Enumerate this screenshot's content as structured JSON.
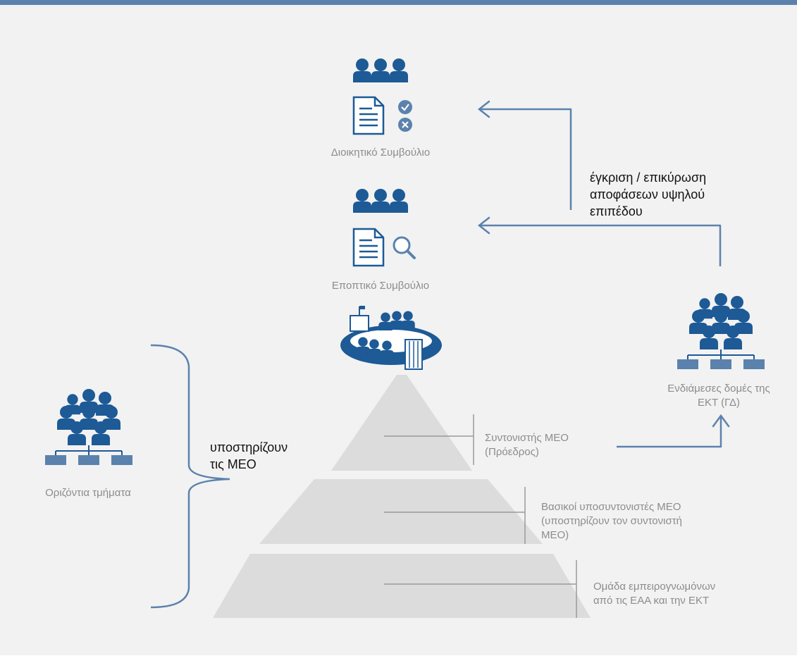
{
  "colors": {
    "accent": "#1d5a96",
    "line": "#5b82ad",
    "pyramid": "#dcdcdc",
    "panel": "#f2f2f2",
    "grey_text": "#8c8c8c"
  },
  "nodes": {
    "governing_council": {
      "label": "Διοικητικό Συμβούλιο",
      "icons": [
        "people-group-icon",
        "document-icon",
        "check-icon",
        "cross-icon"
      ]
    },
    "supervisory_board": {
      "label": "Εποπτικό Συμβούλιο",
      "icons": [
        "people-group-icon",
        "document-icon",
        "magnifier-icon"
      ]
    },
    "meeting": {
      "icons": [
        "round-table-meeting-icon"
      ]
    },
    "intermediate": {
      "label_line1": "Ενδιάμεσες δομές της",
      "label_line2": "ΕΚΤ (ΓΔ)",
      "icons": [
        "org-structure-icon"
      ]
    },
    "horizontal": {
      "label": "Οριζόντια τμήματα",
      "icons": [
        "org-structure-icon"
      ]
    }
  },
  "annotations": {
    "approval_line1": "έγκριση / επικύρωση",
    "approval_line2": "αποφάσεων υψηλού",
    "approval_line3": "επιπέδου",
    "support_line1": "υποστηρίζουν",
    "support_line2": "τις ΜΕΟ"
  },
  "pyramid": {
    "levels": [
      {
        "line1": "Συντονιστής ΜΕΟ",
        "line2": "(Πρόεδρος)"
      },
      {
        "line1": "Βασικοί υποσυντονιστές ΜΕΟ",
        "line2": "(υποστηρίζουν τον συντονιστή",
        "line3": "ΜΕΟ)"
      },
      {
        "line1": "Ομάδα εμπειρογνωμόνων",
        "line2": "από τις ΕΑΑ και την ΕΚΤ"
      }
    ]
  }
}
